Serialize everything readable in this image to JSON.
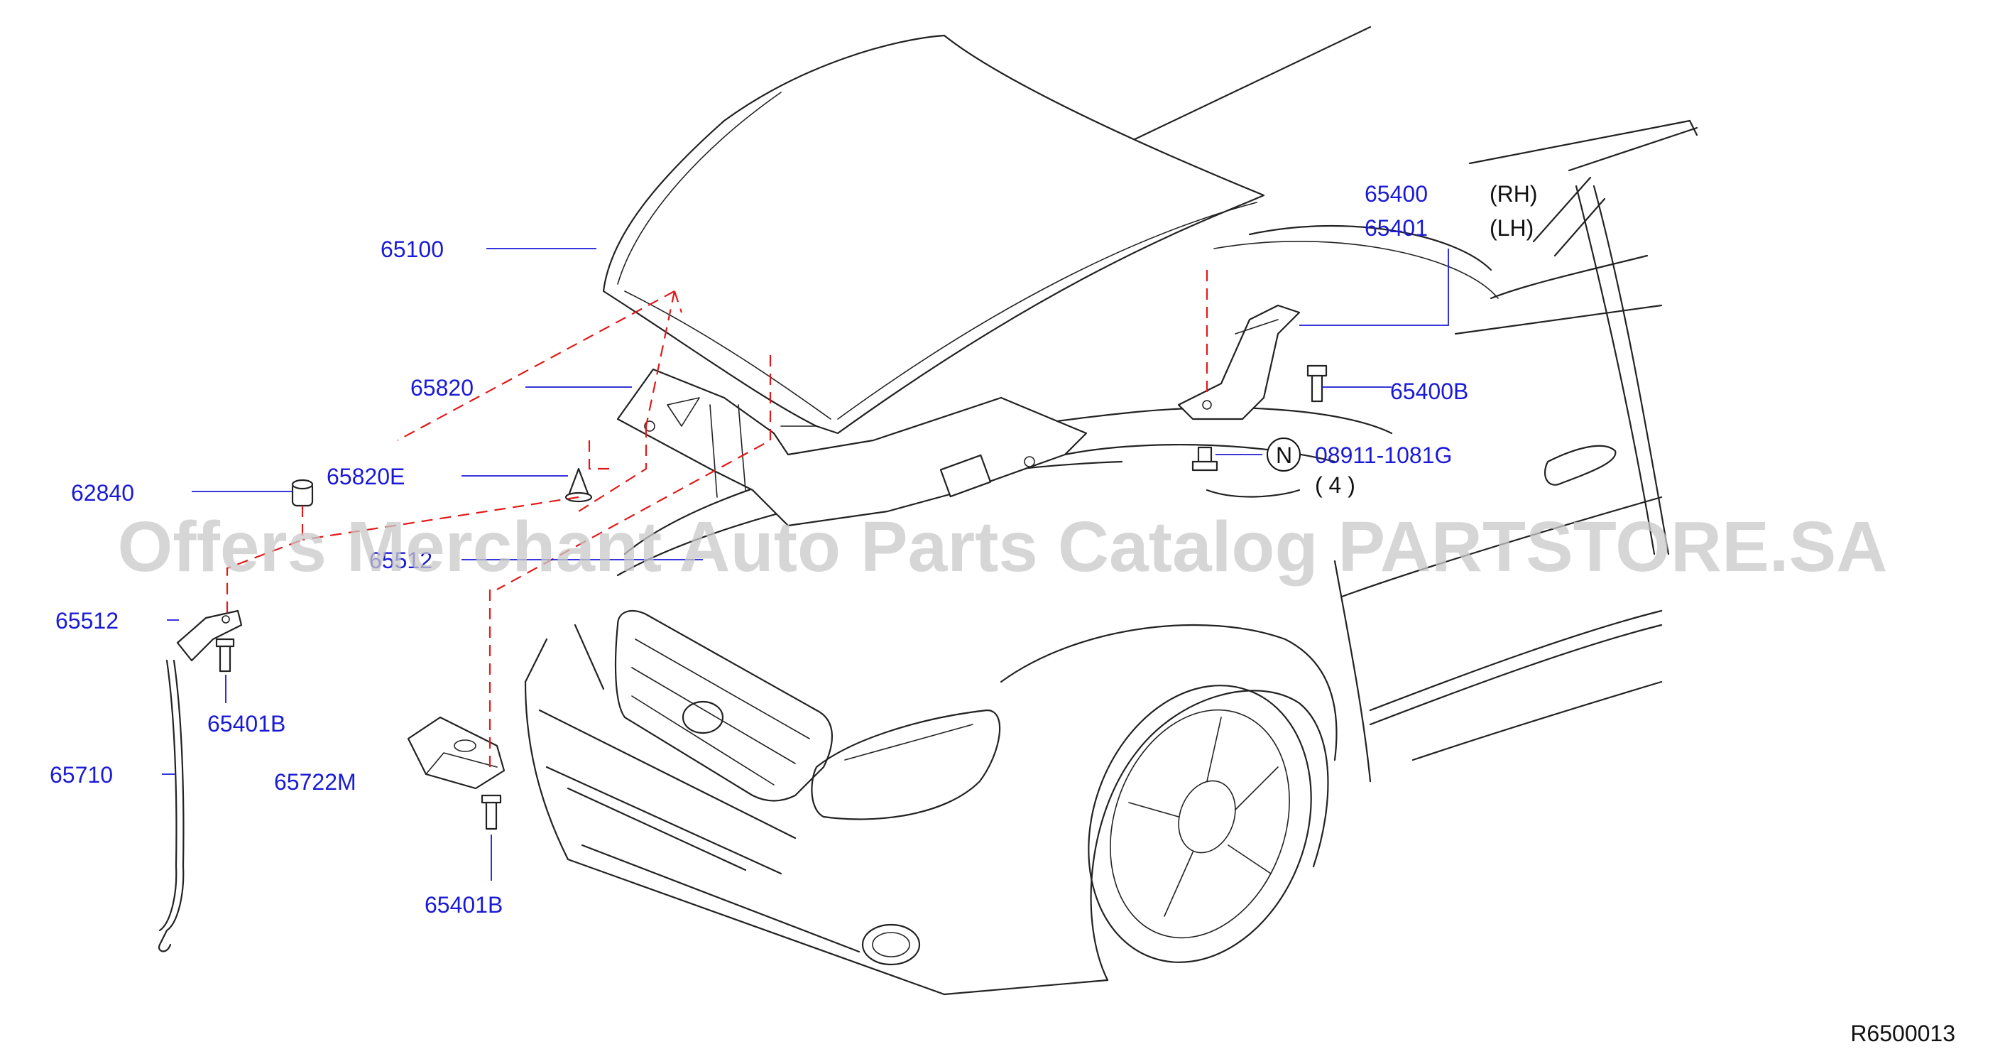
{
  "diagram": {
    "reference_code": "R6500013",
    "watermark": "Offers Merchant Auto Parts Catalog PARTSTORE.SA",
    "callouts": [
      {
        "id": "65100",
        "label": "65100",
        "part": "hood-panel"
      },
      {
        "id": "65820",
        "label": "65820",
        "part": "hood-insulator"
      },
      {
        "id": "65820E",
        "label": "65820E",
        "part": "insulator-clip"
      },
      {
        "id": "62840",
        "label": "62840",
        "part": "bumper-rubber"
      },
      {
        "id": "65512",
        "label": "65512",
        "part": "hood-stay-clip"
      },
      {
        "id": "65401B-a",
        "label": "65401B",
        "part": "bolt"
      },
      {
        "id": "65710",
        "label": "65710",
        "part": "hood-support-rod"
      },
      {
        "id": "65722M",
        "label": "65722M",
        "part": "hood-striker"
      },
      {
        "id": "65401B-b",
        "label": "65401B",
        "part": "bolt"
      },
      {
        "id": "65400",
        "label": "65400",
        "qualifier": "(RH)",
        "part": "hood-hinge"
      },
      {
        "id": "65401",
        "label": "65401",
        "qualifier": "(LH)",
        "part": "hood-hinge"
      },
      {
        "id": "65400B",
        "label": "65400B",
        "part": "hinge-bolt"
      },
      {
        "id": "08911-1081G",
        "label": "08911-1081G",
        "qty": "( 4 )",
        "symbol": "N",
        "part": "nut"
      },
      {
        "id": "65512-hidden",
        "label": "65512",
        "part": "hood-stay-clip-obscured"
      }
    ]
  }
}
